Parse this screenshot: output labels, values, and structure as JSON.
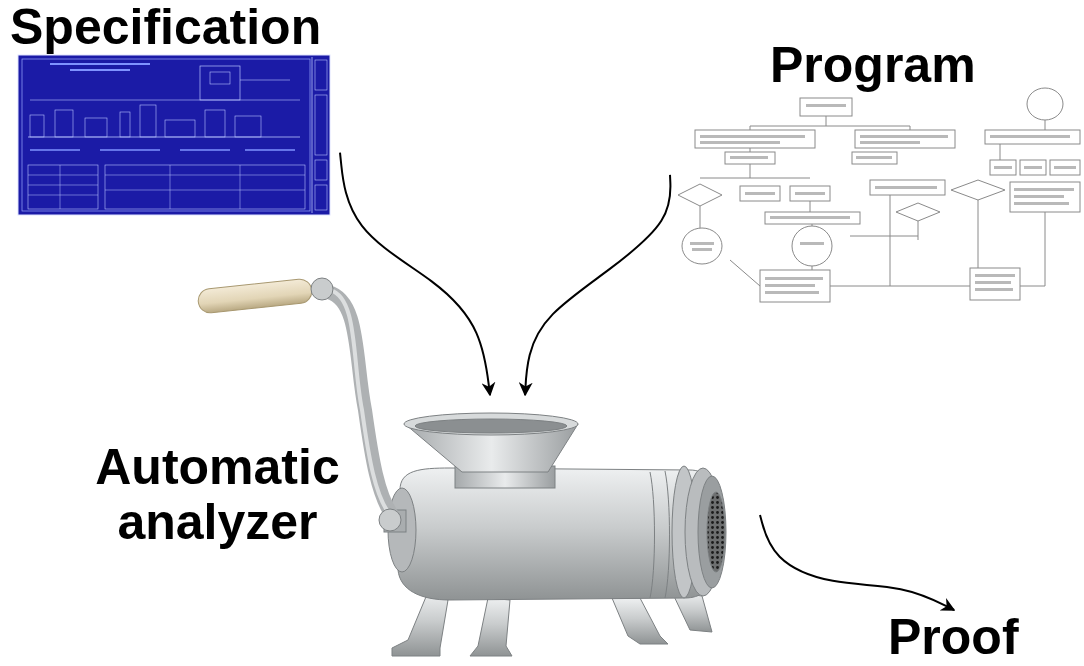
{
  "diagram": {
    "nodes": [
      {
        "text": [
          "Specification"
        ]
      },
      {
        "text": [
          "Program"
        ]
      },
      {
        "text": [
          "Automatic analyzer"
        ]
      },
      {
        "text": [
          "Proof"
        ]
      }
    ],
    "edges": [
      {
        "from": 0,
        "to": 2,
        "arrow": "to"
      },
      {
        "from": 1,
        "to": 2,
        "arrow": "to"
      },
      {
        "from": 2,
        "to": 3,
        "arrow": "to"
      }
    ]
  }
}
